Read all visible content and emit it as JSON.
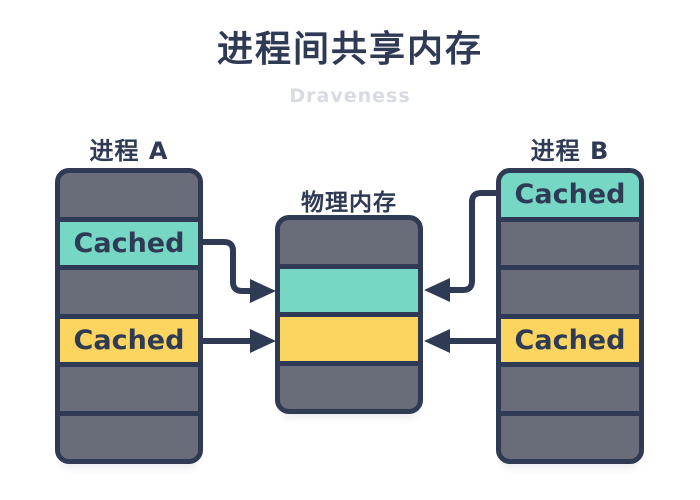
{
  "title": "进程间共享内存",
  "watermark": "Draveness",
  "colors": {
    "navy": "#2F3A54",
    "gray": "#696C79",
    "teal": "#77D7C5",
    "yellow": "#FBD55F",
    "watermark_gray": "#D8DBE2",
    "bg": "#FFFFFF"
  },
  "columns": {
    "process_a": {
      "label": "进程 A",
      "rows": [
        {
          "type": "gray",
          "label": ""
        },
        {
          "type": "teal",
          "label": "Cached"
        },
        {
          "type": "gray",
          "label": ""
        },
        {
          "type": "yellow",
          "label": "Cached"
        },
        {
          "type": "gray",
          "label": ""
        },
        {
          "type": "gray",
          "label": ""
        }
      ]
    },
    "physical_memory": {
      "label": "物理内存",
      "rows": [
        {
          "type": "gray",
          "label": ""
        },
        {
          "type": "teal",
          "label": ""
        },
        {
          "type": "yellow",
          "label": ""
        },
        {
          "type": "gray",
          "label": ""
        }
      ]
    },
    "process_b": {
      "label": "进程 B",
      "rows": [
        {
          "type": "teal",
          "label": "Cached"
        },
        {
          "type": "gray",
          "label": ""
        },
        {
          "type": "gray",
          "label": ""
        },
        {
          "type": "yellow",
          "label": "Cached"
        },
        {
          "type": "gray",
          "label": ""
        },
        {
          "type": "gray",
          "label": ""
        }
      ]
    }
  },
  "arrows": [
    {
      "id": "a-teal",
      "from": "process-a-cached-teal",
      "to": "physical-memory-teal",
      "head": "right"
    },
    {
      "id": "a-yellow",
      "from": "process-a-cached-yellow",
      "to": "physical-memory-yellow",
      "head": "right"
    },
    {
      "id": "b-teal",
      "from": "process-b-cached-teal",
      "to": "physical-memory-teal",
      "head": "left"
    },
    {
      "id": "b-yellow",
      "from": "process-b-cached-yellow",
      "to": "physical-memory-yellow",
      "head": "left"
    }
  ]
}
